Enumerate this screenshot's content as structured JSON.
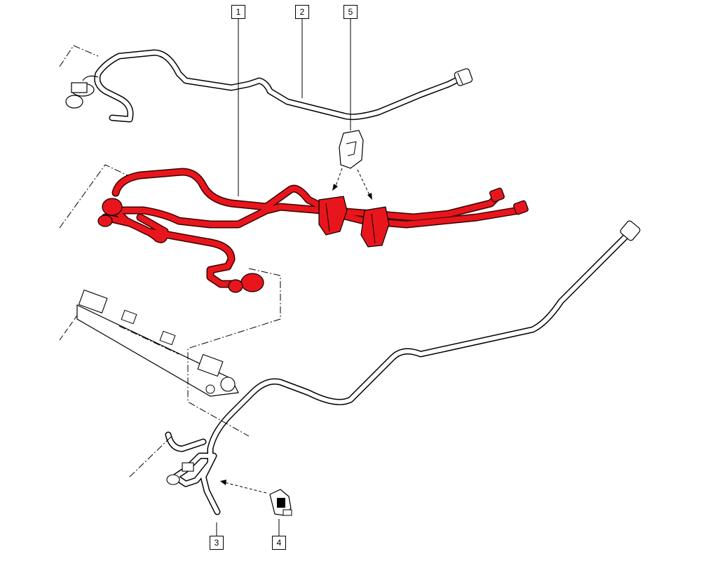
{
  "diagram": {
    "callouts": [
      {
        "id": "c1",
        "label": "1"
      },
      {
        "id": "c2",
        "label": "2"
      },
      {
        "id": "c3",
        "label": "3"
      },
      {
        "id": "c4",
        "label": "4"
      },
      {
        "id": "c5",
        "label": "5"
      }
    ]
  },
  "colors": {
    "highlight": "#e8161c",
    "line": "#000000",
    "background": "#ffffff"
  }
}
